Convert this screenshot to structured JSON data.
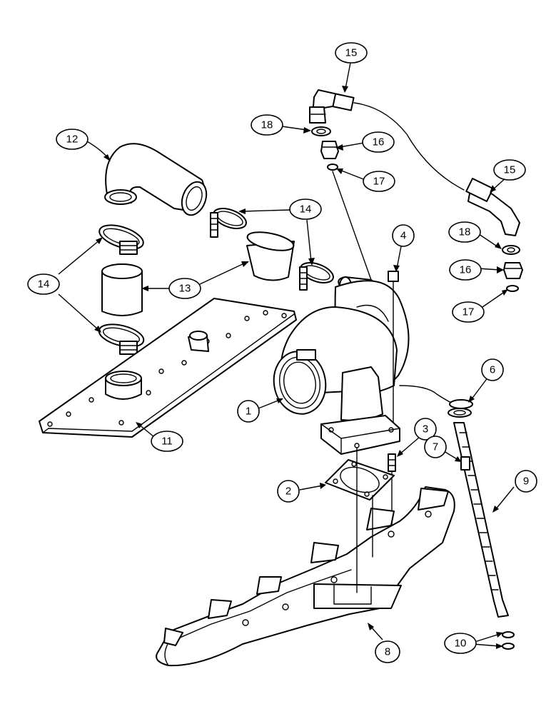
{
  "callouts": [
    {
      "id": "c1",
      "label": "1"
    },
    {
      "id": "c2",
      "label": "2"
    },
    {
      "id": "c3",
      "label": "3"
    },
    {
      "id": "c4",
      "label": "4"
    },
    {
      "id": "c6",
      "label": "6"
    },
    {
      "id": "c7",
      "label": "7"
    },
    {
      "id": "c8",
      "label": "8"
    },
    {
      "id": "c9",
      "label": "9"
    },
    {
      "id": "c10",
      "label": "10"
    },
    {
      "id": "c11",
      "label": "11"
    },
    {
      "id": "c12",
      "label": "12"
    },
    {
      "id": "c13",
      "label": "13"
    },
    {
      "id": "c14a",
      "label": "14"
    },
    {
      "id": "c14b",
      "label": "14"
    },
    {
      "id": "c14c",
      "label": "14"
    },
    {
      "id": "c15a",
      "label": "15"
    },
    {
      "id": "c15b",
      "label": "15"
    },
    {
      "id": "c16a",
      "label": "16"
    },
    {
      "id": "c16b",
      "label": "16"
    },
    {
      "id": "c17a",
      "label": "17"
    },
    {
      "id": "c17b",
      "label": "17"
    },
    {
      "id": "c18a",
      "label": "18"
    },
    {
      "id": "c18b",
      "label": "18"
    }
  ]
}
